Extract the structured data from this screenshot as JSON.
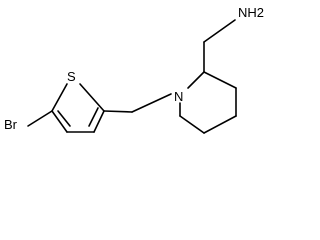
{
  "molecule": {
    "atoms": {
      "bromine": "Br",
      "sulfur": "S",
      "nitrogen": "N",
      "amine": "NH2"
    }
  },
  "colors": {
    "bond": "#000000",
    "label": "#000000",
    "background": "#ffffff"
  }
}
